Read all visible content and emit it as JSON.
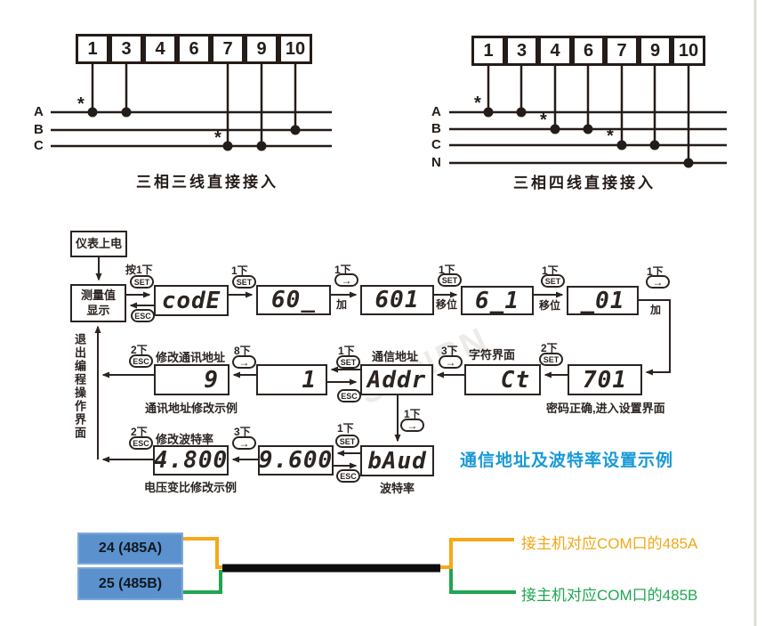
{
  "glyphs": {
    "star": "*",
    "arrow": "→"
  },
  "wiring_three_wire": {
    "title": "三相三线直接接入",
    "terminals": [
      "1",
      "3",
      "4",
      "6",
      "7",
      "9",
      "10"
    ],
    "phases": [
      "A",
      "B",
      "C"
    ],
    "connections": [
      {
        "terminal": "1",
        "phase": "A",
        "marked": true
      },
      {
        "terminal": "3",
        "phase": "A",
        "marked": false
      },
      {
        "terminal": "7",
        "phase": "C",
        "marked": true
      },
      {
        "terminal": "9",
        "phase": "C",
        "marked": false
      },
      {
        "terminal": "10",
        "phase": "B",
        "marked": false
      }
    ]
  },
  "wiring_four_wire": {
    "title": "三相四线直接接入",
    "terminals": [
      "1",
      "3",
      "4",
      "6",
      "7",
      "9",
      "10"
    ],
    "phases": [
      "A",
      "B",
      "C",
      "N"
    ],
    "connections": [
      {
        "terminal": "1",
        "phase": "A",
        "marked": true
      },
      {
        "terminal": "3",
        "phase": "A",
        "marked": false
      },
      {
        "terminal": "4",
        "phase": "B",
        "marked": true
      },
      {
        "terminal": "6",
        "phase": "B",
        "marked": false
      },
      {
        "terminal": "7",
        "phase": "C",
        "marked": true
      },
      {
        "terminal": "9",
        "phase": "C",
        "marked": false
      },
      {
        "terminal": "10",
        "phase": "N",
        "marked": false
      }
    ]
  },
  "flow": {
    "power_on": "仪表上电",
    "measure": "测量值显示",
    "exit_label": "退出编程操作界面",
    "btn_set": "SET",
    "btn_esc": "ESC",
    "press1": "按1下",
    "t1": "1下",
    "t2": "2下",
    "t3": "3下",
    "t8": "8下",
    "add": "加",
    "shift": "移位",
    "disp_code": "codE",
    "disp_60": "60_",
    "disp_601": "601",
    "disp_6_1": "6_1",
    "disp__01": "_01",
    "disp_9": "9",
    "disp_1": "1",
    "disp_addr": "Addr",
    "disp_ct": "Ct",
    "disp_701": "701",
    "disp_4800": "4.800",
    "disp_9600": "9.600",
    "disp_baud": "bAud",
    "lbl_modify_addr": "修改通讯地址",
    "lbl_comm_addr": "通信地址",
    "lbl_char_ui": "字符界面",
    "lbl_addr_example": "通讯地址修改示例",
    "lbl_pwd_ok": "密码正确,进入设置界面",
    "lbl_modify_baud": "修改波特率",
    "lbl_voltage_example": "电压变比修改示例",
    "lbl_baud": "波特率"
  },
  "note": {
    "text": "通信地址及波特率设置示例",
    "color": "#1899d8"
  },
  "rs485": {
    "terminal_a": "24 (485A)",
    "terminal_b": "25 (485B)",
    "label_a": "接主机对应COM口的485A",
    "label_b": "接主机对应COM口的485B",
    "wire_a_color": "#f5a818",
    "wire_b_color": "#1fa650",
    "cable_color": "#0d0d0d",
    "box_color": "#5b92ce"
  },
  "watermark": "SONPN"
}
